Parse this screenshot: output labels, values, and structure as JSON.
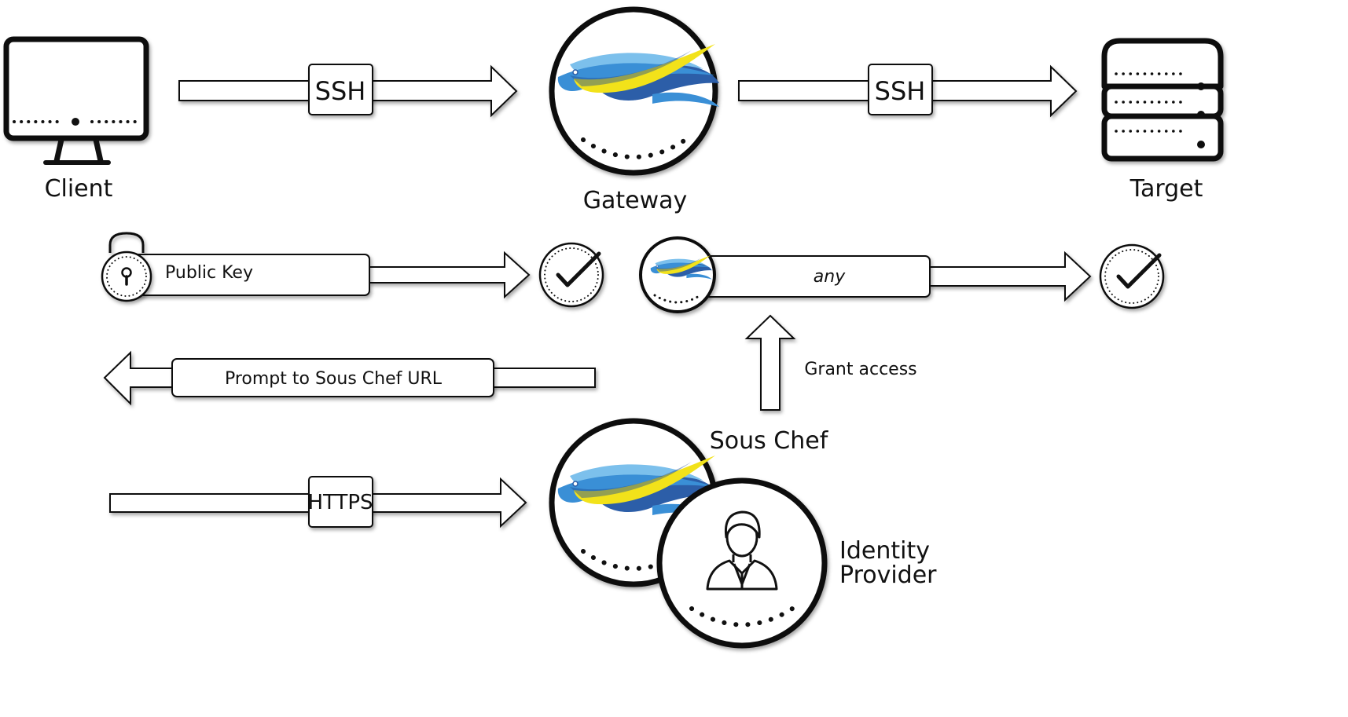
{
  "nodes": {
    "client": {
      "label": "Client",
      "icon": "monitor-icon"
    },
    "gateway": {
      "label": "Gateway",
      "icon": "fish-logo-icon"
    },
    "target": {
      "label": "Target",
      "icon": "server-icon"
    },
    "sous_chef": {
      "label": "Sous Chef",
      "icon": "fish-logo-icon"
    },
    "identity_provider": {
      "label_line1": "Identity",
      "label_line2": "Provider",
      "icon": "person-icon"
    }
  },
  "flows": {
    "client_to_gateway": {
      "label": "SSH"
    },
    "gateway_to_target": {
      "label": "SSH"
    },
    "public_key": {
      "label": "Public Key",
      "icon": "padlock-icon"
    },
    "any_access": {
      "label": "any"
    },
    "prompt": {
      "label": "Prompt to Sous Chef URL"
    },
    "https": {
      "label": "HTTPS"
    },
    "grant": {
      "label": "Grant access"
    }
  },
  "colors": {
    "stroke": "#111111",
    "fish_blue_dark": "#2c5ea8",
    "fish_blue": "#3a8fd6",
    "fish_blue_light": "#7cc0ec",
    "fish_yellow": "#f2e21a"
  }
}
